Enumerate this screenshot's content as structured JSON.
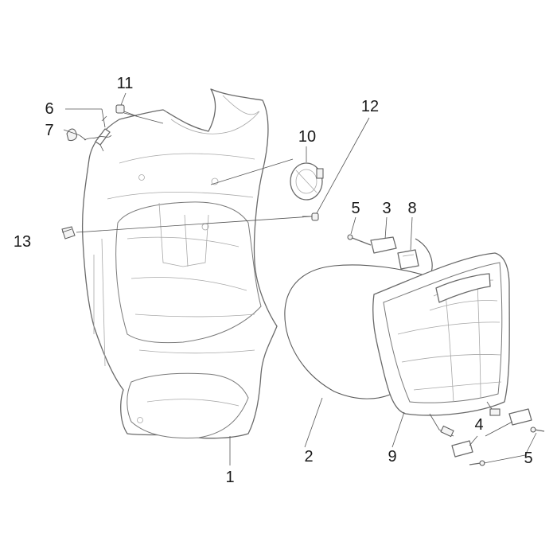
{
  "callouts": {
    "c1": "1",
    "c2": "2",
    "c3": "3",
    "c4": "4",
    "c5a": "5",
    "c5b": "5",
    "c6": "6",
    "c7": "7",
    "c8": "8",
    "c9": "9",
    "c10": "10",
    "c11": "11",
    "c12": "12",
    "c13": "13"
  },
  "colors": {
    "background": "#ffffff",
    "line_art": "#6a6a6a",
    "text": "#1a1a1a"
  }
}
